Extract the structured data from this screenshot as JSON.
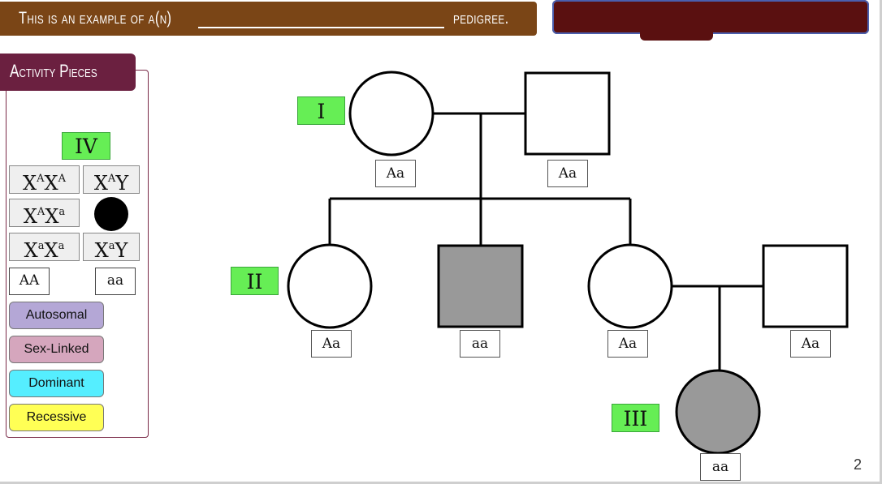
{
  "title": {
    "prefix": "This is an example of a(n)",
    "suffix": "pedigree."
  },
  "activity_panel": {
    "heading": "Activity Pieces",
    "generation_label": "IV",
    "pieces": {
      "xAxA": {
        "base1": "X",
        "sup1": "A",
        "base2": "X",
        "sup2": "A"
      },
      "xAy": {
        "base1": "X",
        "sup1": "A",
        "base2": "Y"
      },
      "xAxa": {
        "base1": "X",
        "sup1": "A",
        "base2": "X",
        "sup2": "a"
      },
      "xaxa": {
        "base1": "X",
        "sup1": "a",
        "base2": "X",
        "sup2": "a"
      },
      "xay": {
        "base1": "X",
        "sup1": "a",
        "base2": "Y"
      },
      "AA": "AA",
      "aa": "aa"
    },
    "tags": [
      {
        "label": "Autosomal",
        "color": "#b4a7d6"
      },
      {
        "label": "Sex-Linked",
        "color": "#d5a6bd"
      },
      {
        "label": "Dominant",
        "color": "#55eeff"
      },
      {
        "label": "Recessive",
        "color": "#ffff55"
      }
    ]
  },
  "pedigree": {
    "generations": [
      "I",
      "II",
      "III"
    ],
    "genotypes": {
      "gen1_female": "Aa",
      "gen1_male": "Aa",
      "gen2_female_left": "Aa",
      "gen2_male_affected": "aa",
      "gen2_female_right": "Aa",
      "gen2_male_spouse": "Aa",
      "gen3_female_affected": "aa"
    },
    "affected_fill": "#999999"
  },
  "page_number": "2",
  "colors": {
    "title_banner": "#7a4516",
    "panel_tab": "#6b2040",
    "generation_label": "#66ee55"
  }
}
